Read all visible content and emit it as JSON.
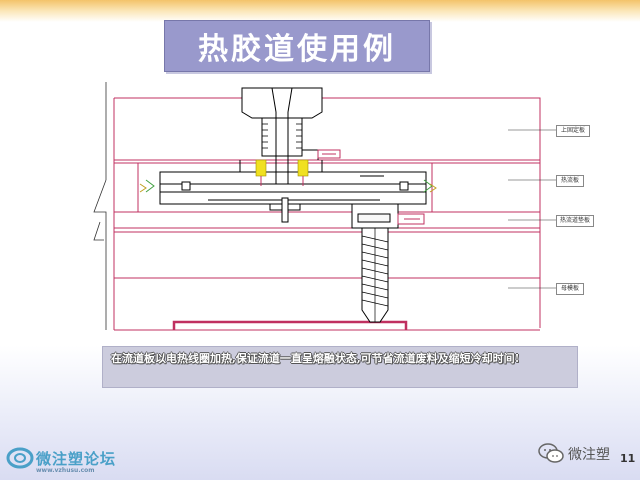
{
  "slide": {
    "title": "热胶道使用例",
    "page_number": "11"
  },
  "diagram": {
    "labels": [
      "上固定板",
      "热流板",
      "热流道垫板",
      "母模板"
    ]
  },
  "caption": {
    "text": "在流道板以电热线圈加热,保证流道一直呈熔融状态,可节省流道废料及缩短冷却时间!"
  },
  "branding": {
    "left_name": "微注塑论坛",
    "left_url": "www.vzhusu.com",
    "right_name": "微注塑"
  },
  "colors": {
    "title_bg": "#9999cc",
    "frame_line": "#c03060",
    "drawing_line": "#000000",
    "heater": "#f0e020",
    "caption_bg": "#ccccdd"
  }
}
